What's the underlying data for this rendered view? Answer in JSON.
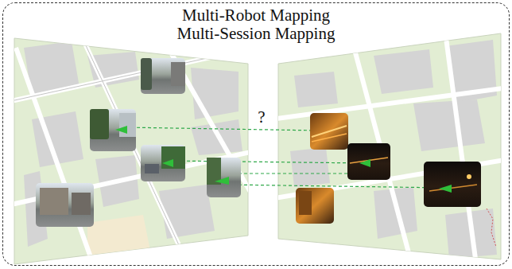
{
  "diagram": {
    "nodes": [
      {
        "text": [
          "Multi-Robot Mapping",
          "Multi-Session Mapping"
        ]
      }
    ],
    "labels": [
      "?"
    ]
  }
}
